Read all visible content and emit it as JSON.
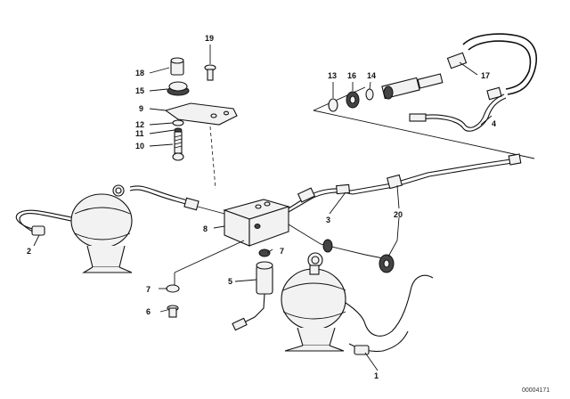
{
  "diagram": {
    "labels": {
      "p1": "1",
      "p2": "2",
      "p3": "3",
      "p4": "4",
      "p5": "5",
      "p6": "6",
      "p7a": "7",
      "p7b": "7",
      "p8": "8",
      "p9": "9",
      "p10": "10",
      "p11": "11",
      "p12": "12",
      "p13": "13",
      "p14": "14",
      "p15": "15",
      "p16": "16",
      "p17": "17",
      "p18": "18",
      "p19": "19",
      "p20": "20"
    },
    "reference_code": "00004171"
  }
}
